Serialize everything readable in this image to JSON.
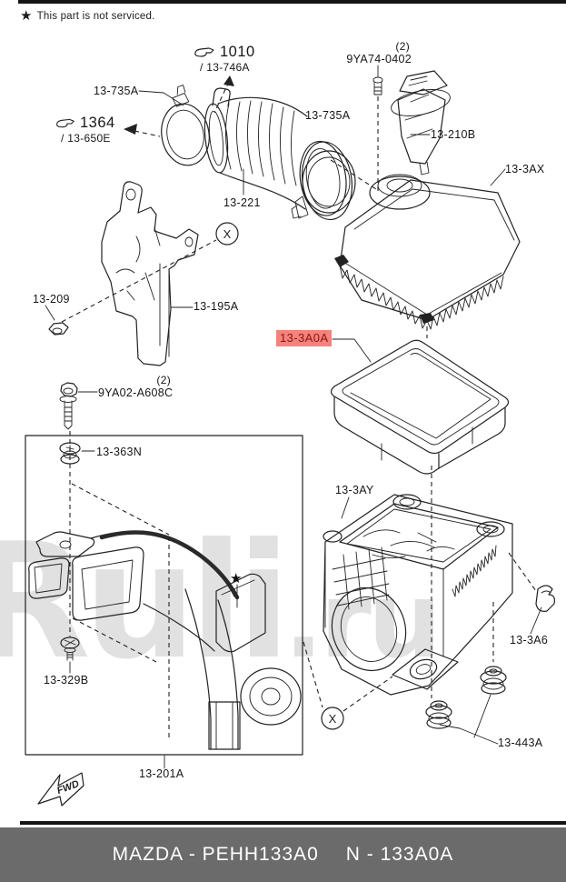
{
  "note": {
    "star": "★",
    "text": "This part is not serviced."
  },
  "watermark": {
    "text": "Ruli",
    "suffix": ".ru"
  },
  "symbols": {
    "star": "★",
    "circled_x": "X",
    "fwd": "FWD"
  },
  "footer": {
    "brand_code": "MAZDA - PEHH133A0",
    "part_code": "N - 133A0A"
  },
  "colors": {
    "highlight_bg": "#f4837c",
    "highlight_text": "#8c1210",
    "footer_bg": "#6b6b6b",
    "footer_text": "#ffffff",
    "line": "#222222"
  },
  "parts": {
    "p1010": {
      "number": "1010",
      "alt": "/ 13-746A"
    },
    "p735a_upper": {
      "number": "13-735A"
    },
    "p1364": {
      "number": "1364",
      "alt": "/ 13-650E"
    },
    "p221": {
      "number": "13-221"
    },
    "p9ya74": {
      "qty": "(2)",
      "number": "9YA74-0402"
    },
    "p735a_lower": {
      "number": "13-735A"
    },
    "p210b": {
      "number": "13-210B"
    },
    "p3ax": {
      "number": "13-3AX"
    },
    "p209": {
      "number": "13-209"
    },
    "p195a": {
      "number": "13-195A"
    },
    "p9ya02": {
      "qty": "(2)",
      "number": "9YA02-A608C"
    },
    "p3a0a": {
      "number": "13-3A0A"
    },
    "p363n": {
      "number": "13-363N"
    },
    "p3ay": {
      "number": "13-3AY"
    },
    "p3a6": {
      "number": "13-3A6"
    },
    "p329b": {
      "number": "13-329B"
    },
    "p201a": {
      "number": "13-201A"
    },
    "p443a": {
      "number": "13-443A"
    }
  }
}
